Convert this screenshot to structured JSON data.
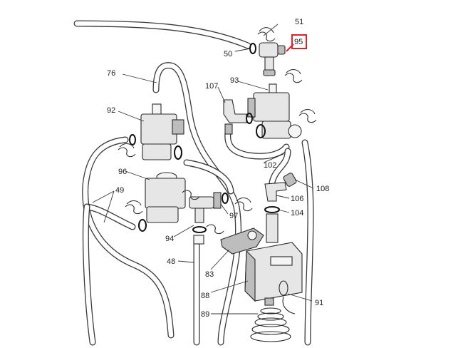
{
  "colors": {
    "highlight": "#d9232a",
    "line": "#3a3a3a",
    "part_fill": "#e6e6e6",
    "part_dark": "#bdbdbd"
  },
  "diagram": {
    "callouts": [
      {
        "id": "51",
        "label": "51"
      },
      {
        "id": "95",
        "label": "95",
        "highlighted": true
      },
      {
        "id": "50",
        "label": "50"
      },
      {
        "id": "76",
        "label": "76"
      },
      {
        "id": "93",
        "label": "93"
      },
      {
        "id": "107",
        "label": "107"
      },
      {
        "id": "92",
        "label": "92"
      },
      {
        "id": "102",
        "label": "102"
      },
      {
        "id": "96",
        "label": "96"
      },
      {
        "id": "108",
        "label": "108"
      },
      {
        "id": "49",
        "label": "49"
      },
      {
        "id": "106",
        "label": "106"
      },
      {
        "id": "97",
        "label": "97"
      },
      {
        "id": "104",
        "label": "104"
      },
      {
        "id": "94",
        "label": "94"
      },
      {
        "id": "48",
        "label": "48"
      },
      {
        "id": "83",
        "label": "83"
      },
      {
        "id": "88",
        "label": "88"
      },
      {
        "id": "91",
        "label": "91"
      },
      {
        "id": "89",
        "label": "89"
      }
    ]
  }
}
